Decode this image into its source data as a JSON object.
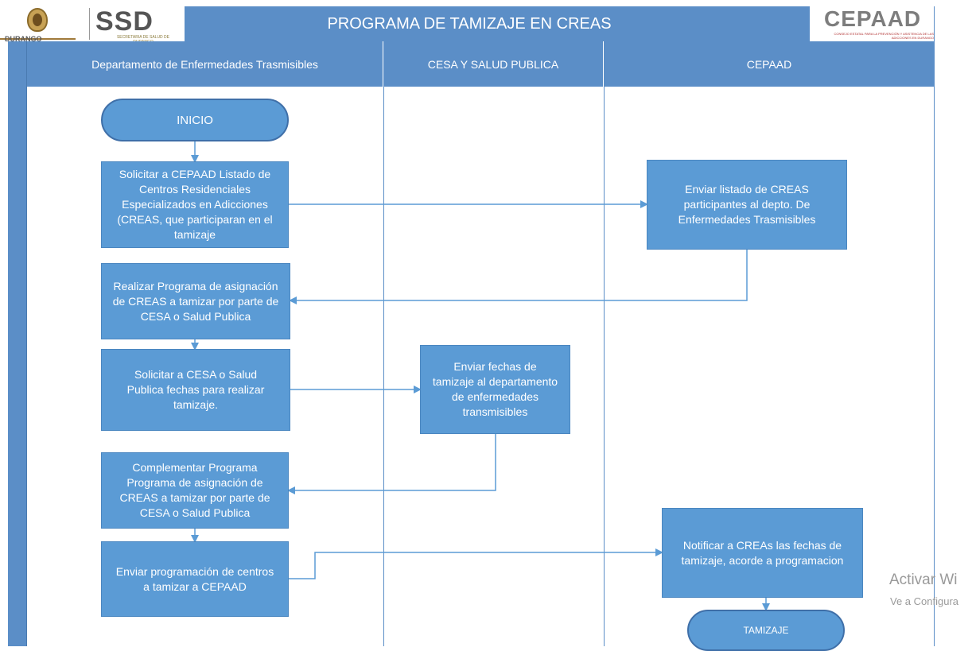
{
  "header": {
    "title": "PROGRAMA DE TAMIZAJE EN CREAS",
    "logo_left_text": "SSD",
    "logo_left_subtitle": "SECRETARIA DE SALUD DE DURANGO",
    "logo_left_state": "DURANGO",
    "logo_right_text": "CEPAAD",
    "logo_right_subtitle": "CONSEJO ESTATAL PARA LA PREVENCIÓN Y ASISTENCIA DE LAS ADICCIONES EN DURANGO"
  },
  "lanes": [
    "Departamento de Enfermedades Trasmisibles",
    "CESA Y SALUD PUBLICA",
    "CEPAAD"
  ],
  "nodes": {
    "inicio": "INICIO",
    "solicitar_listado": "Solicitar a CEPAAD Listado de Centros Residenciales Especializados en Adicciones (CREAS, que participaran en el tamizaje",
    "enviar_listado": "Enviar listado de CREAS participantes al depto. De Enfermedades Trasmisibles",
    "realizar_programa": "Realizar Programa de asignación de CREAS  a tamizar por parte de CESA o Salud Publica",
    "solicitar_fechas": "Solicitar a  CESA o Salud Publica fechas para realizar tamizaje.",
    "enviar_fechas": "Enviar fechas de tamizaje al departamento de enfermedades transmisibles",
    "complementar": "Complementar Programa Programa de asignación de CREAS  a tamizar  por parte de CESA o Salud Publica",
    "enviar_programacion": "Enviar programación de centros a tamizar a CEPAAD",
    "notificar": "Notificar a CREAs las fechas de tamizaje, acorde a programacion",
    "tamizaje": "TAMIZAJE"
  },
  "watermark": {
    "line1": "Activar Wi",
    "line2": "Ve a Configura"
  },
  "colors": {
    "header": "#5b8ec7",
    "process": "#5b9bd5",
    "arrow": "#5b9bd5"
  }
}
